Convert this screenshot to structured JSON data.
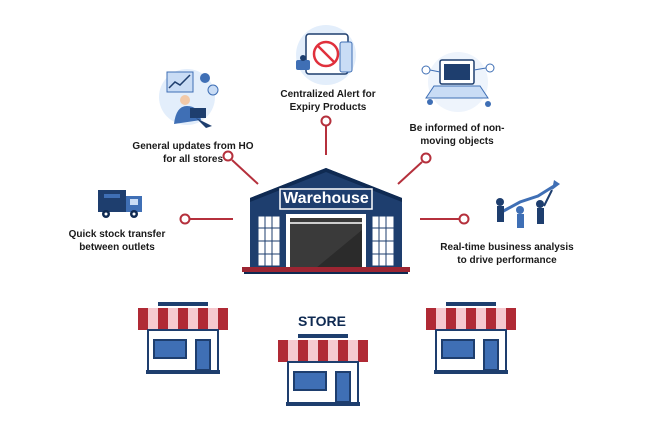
{
  "labels": {
    "alert": [
      "Centralized Alert for",
      "Expiry Products"
    ],
    "ho": [
      "General updates from HO",
      "for all stores"
    ],
    "nonmoving": [
      "Be informed of non-",
      "moving objects"
    ],
    "transfer": [
      "Quick stock transfer",
      "between outlets"
    ],
    "analysis": [
      "Real-time business analysis",
      "to drive performance"
    ]
  },
  "warehouse": {
    "title": "Warehouse"
  },
  "store": {
    "title": "STORE"
  },
  "icons": [
    "stock-chart-person-icon",
    "expiry-alert-tablet-icon",
    "laptop-network-icon",
    "delivery-truck-icon",
    "team-growth-arrow-icon"
  ],
  "colors": {
    "navy": "#1e3e6e",
    "dark_navy": "#0f2a52",
    "connector": "#b5303c",
    "awning_red": "#b02a35",
    "awning_pink": "#f6c9cf",
    "window_blue": "#3f6fb5",
    "base_red": "#9c2532"
  }
}
